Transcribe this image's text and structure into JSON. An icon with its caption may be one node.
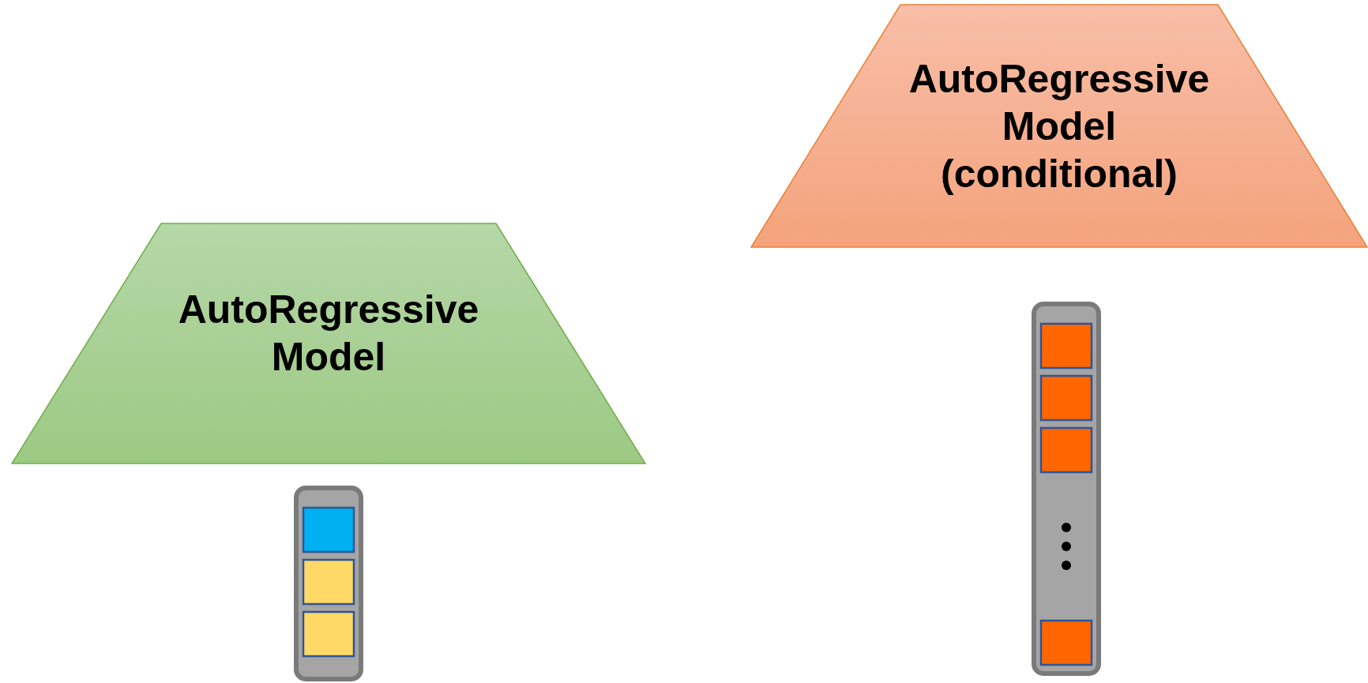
{
  "diagram": {
    "nodes": [
      {
        "text": [
          "AutoRegressive Model"
        ]
      },
      {
        "text": [],
        "shape": "bar"
      },
      {
        "text": [
          "AutoRegressive Model (conditional)"
        ]
      },
      {
        "text": [],
        "shape": "bar"
      }
    ]
  }
}
